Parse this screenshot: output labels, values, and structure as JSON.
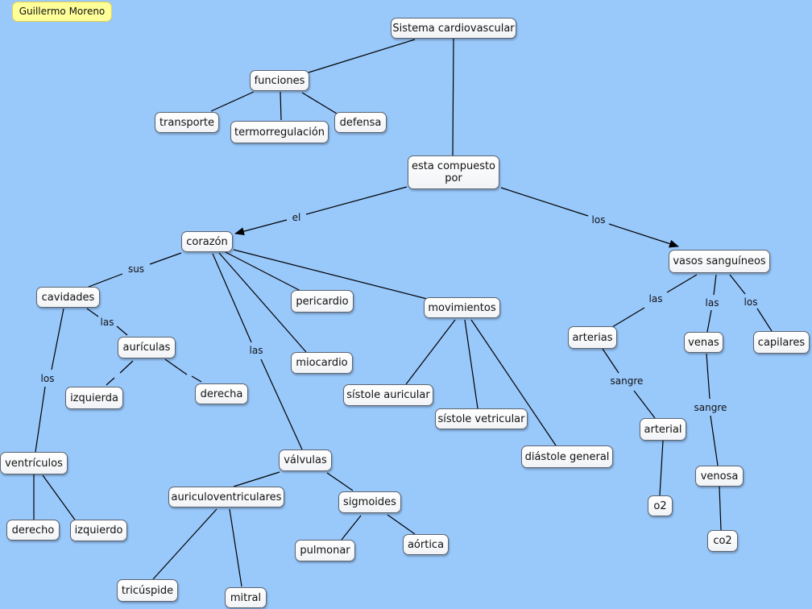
{
  "colors": {
    "background": "#99c8fb",
    "node_fill": "#ffffff",
    "author_fill": "#ffff99",
    "line": "#000000"
  },
  "author": "Guillermo Moreno",
  "nodes": {
    "sistema": "Sistema cardiovascular",
    "funciones": "funciones",
    "transporte": "transporte",
    "termorregulacion": "termorregulación",
    "defensa": "defensa",
    "compuesto": "esta compuesto\npor",
    "corazon": "corazón",
    "vasos": "vasos sanguíneos",
    "cavidades": "cavidades",
    "auriculas": "aurículas",
    "izquierda": "izquierda",
    "derecha": "derecha",
    "ventriculos": "ventrículos",
    "derecho": "derecho",
    "izquierdo": "izquierdo",
    "pericardio": "pericardio",
    "miocardio": "miocardio",
    "valvulas": "válvulas",
    "auriculoventriculares": "auriculoventriculares",
    "tricuspide": "tricúspide",
    "mitral": "mitral",
    "sigmoides": "sigmoides",
    "pulmonar": "pulmonar",
    "aortica": "aórtica",
    "movimientos": "movimientos",
    "sistole_auricular": "sístole auricular",
    "sistole_ventricular": "sístole vetricular",
    "diastole": "diástole general",
    "arterias": "arterias",
    "arterial": "arterial",
    "o2": "o2",
    "venas": "venas",
    "venosa": "venosa",
    "co2": "co2",
    "capilares": "capilares"
  },
  "linking_phrases": {
    "el": "el",
    "los_vasos": "los",
    "sus": "sus",
    "las_auriculas": "las",
    "los_ventriculos": "los",
    "las_valvulas": "las",
    "las_arterias": "las",
    "las_venas": "las",
    "los_capilares": "los",
    "sangre_arterial": "sangre",
    "sangre_venosa": "sangre"
  }
}
